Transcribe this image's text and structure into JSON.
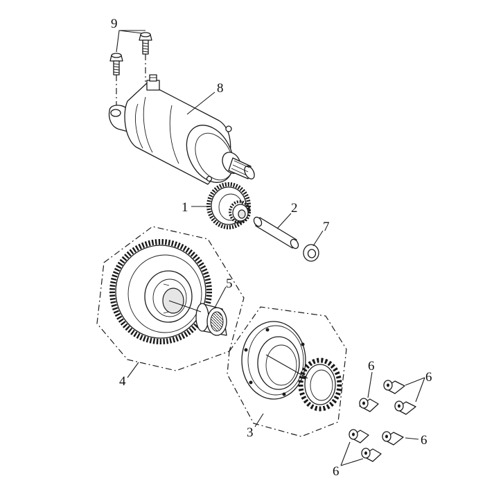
{
  "parts": [
    {
      "id": "starter-gear",
      "number": "1"
    },
    {
      "id": "shaft",
      "number": "2"
    },
    {
      "id": "one-way-clutch-assembly",
      "number": "3"
    },
    {
      "id": "driven-gear-assembly",
      "number": "4"
    },
    {
      "id": "needle-bearing",
      "number": "5"
    },
    {
      "id": "socket-bolt",
      "number": "6"
    },
    {
      "id": "washer",
      "number": "7"
    },
    {
      "id": "starter-motor",
      "number": "8"
    },
    {
      "id": "mounting-bolt",
      "number": "9"
    }
  ],
  "labels": {
    "p1": "1",
    "p2": "2",
    "p3": "3",
    "p4": "4",
    "p5": "5",
    "p6a": "6",
    "p6b": "6",
    "p6c": "6",
    "p6d": "6",
    "p7": "7",
    "p8": "8",
    "p9": "9"
  }
}
